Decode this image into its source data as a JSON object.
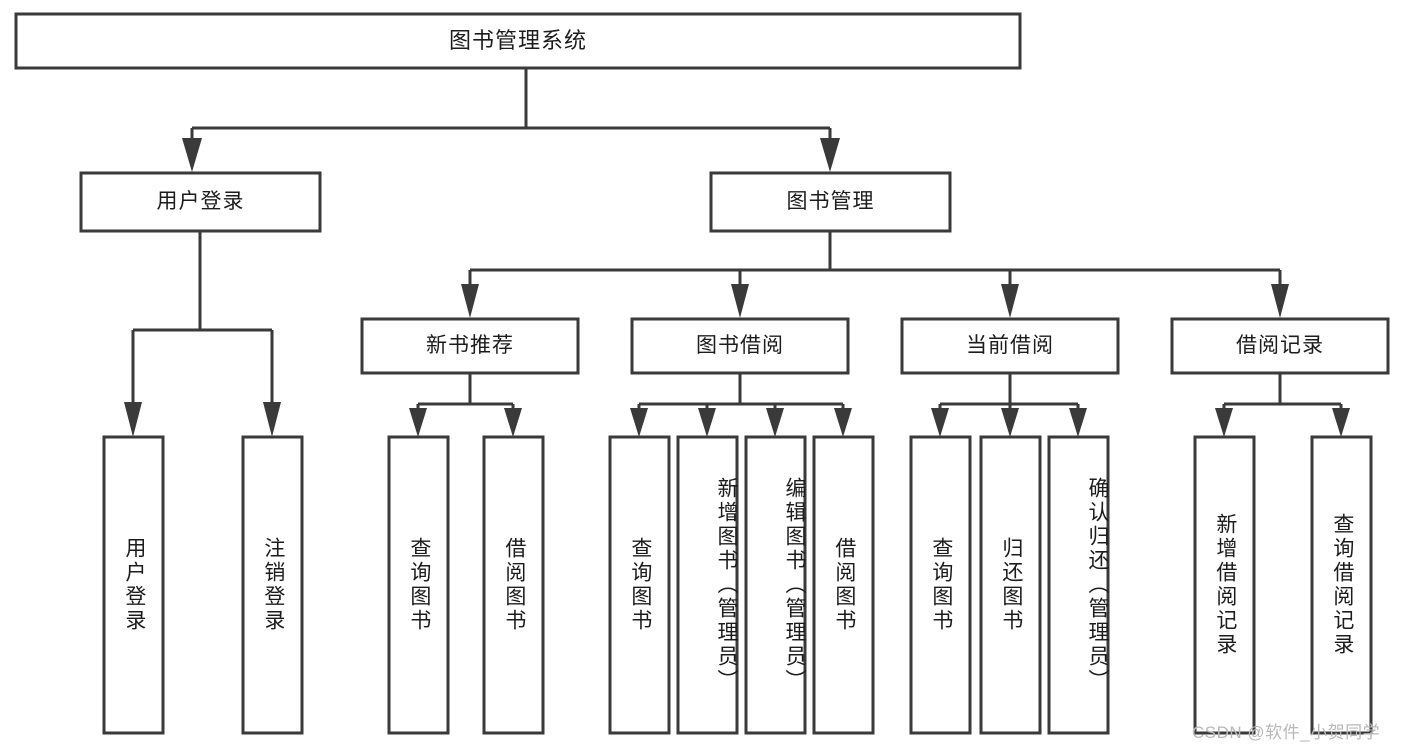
{
  "diagram": {
    "type": "tree",
    "title": "图书管理系统",
    "watermark": "CSDN @软件_小贺同学",
    "colors": {
      "stroke": "#3a3a3a",
      "box_fill": "#ffffff",
      "text": "#1c1c1c",
      "watermark": "#b8b8b8",
      "background": "#ffffff"
    },
    "root": {
      "label": "图书管理系统"
    },
    "level1": [
      {
        "label": "用户登录"
      },
      {
        "label": "图书管理"
      }
    ],
    "level2": [
      {
        "label": "新书推荐",
        "parent": "图书管理"
      },
      {
        "label": "图书借阅",
        "parent": "图书管理"
      },
      {
        "label": "当前借阅",
        "parent": "图书管理"
      },
      {
        "label": "借阅记录",
        "parent": "图书管理"
      }
    ],
    "leaves": {
      "用户登录": [
        {
          "label": "用户登录"
        },
        {
          "label": "注销登录"
        }
      ],
      "新书推荐": [
        {
          "label": "查询图书"
        },
        {
          "label": "借阅图书"
        }
      ],
      "图书借阅": [
        {
          "label": "查询图书"
        },
        {
          "label": "新增图书（管理员）"
        },
        {
          "label": "编辑图书（管理员）"
        },
        {
          "label": "借阅图书"
        }
      ],
      "当前借阅": [
        {
          "label": "查询图书"
        },
        {
          "label": "归还图书"
        },
        {
          "label": "确认归还（管理员）"
        }
      ],
      "借阅记录": [
        {
          "label": "新增借阅记录"
        },
        {
          "label": "查询借阅记录"
        }
      ]
    }
  }
}
